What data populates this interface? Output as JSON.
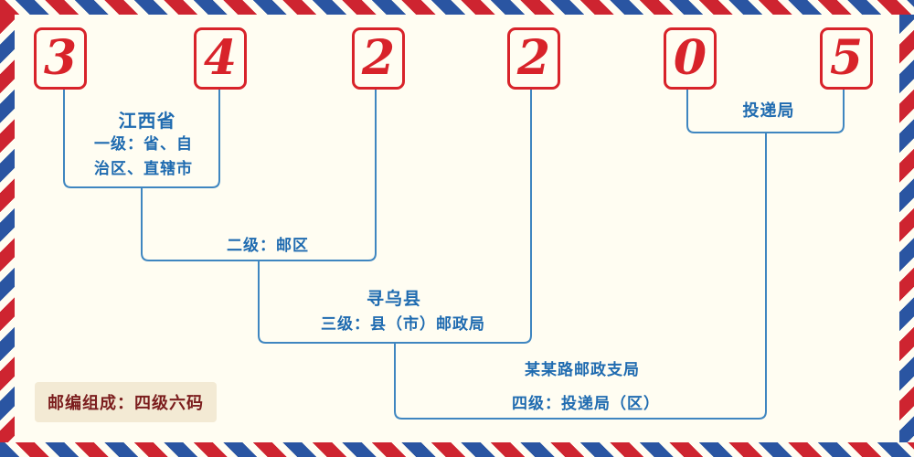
{
  "postal_code": {
    "value": "342205",
    "digits": [
      "3",
      "4",
      "2",
      "2",
      "0",
      "5"
    ]
  },
  "annotations": {
    "level1_region": "江西省",
    "level1_desc_line1": "一级：省、自",
    "level1_desc_line2": "治区、直辖市",
    "level2_desc": "二级：邮区",
    "level3_region": "寻乌县",
    "level3_desc": "三级：县（市）邮政局",
    "level4_office": "某某路邮政支局",
    "level4_desc": "四级：投递局（区）",
    "delivery_office_label": "投递局",
    "footer_note": "邮编组成：四级六码"
  },
  "colors": {
    "digit_red": "#d8232a",
    "line_blue": "#3f86c0",
    "label_blue": "#1f6bb0",
    "footer_maroon": "#7b1d1d",
    "footer_bg": "#f3ead4",
    "stripe_red": "#ce2430",
    "stripe_blue": "#2a55a2",
    "background": "#fffdf2"
  }
}
